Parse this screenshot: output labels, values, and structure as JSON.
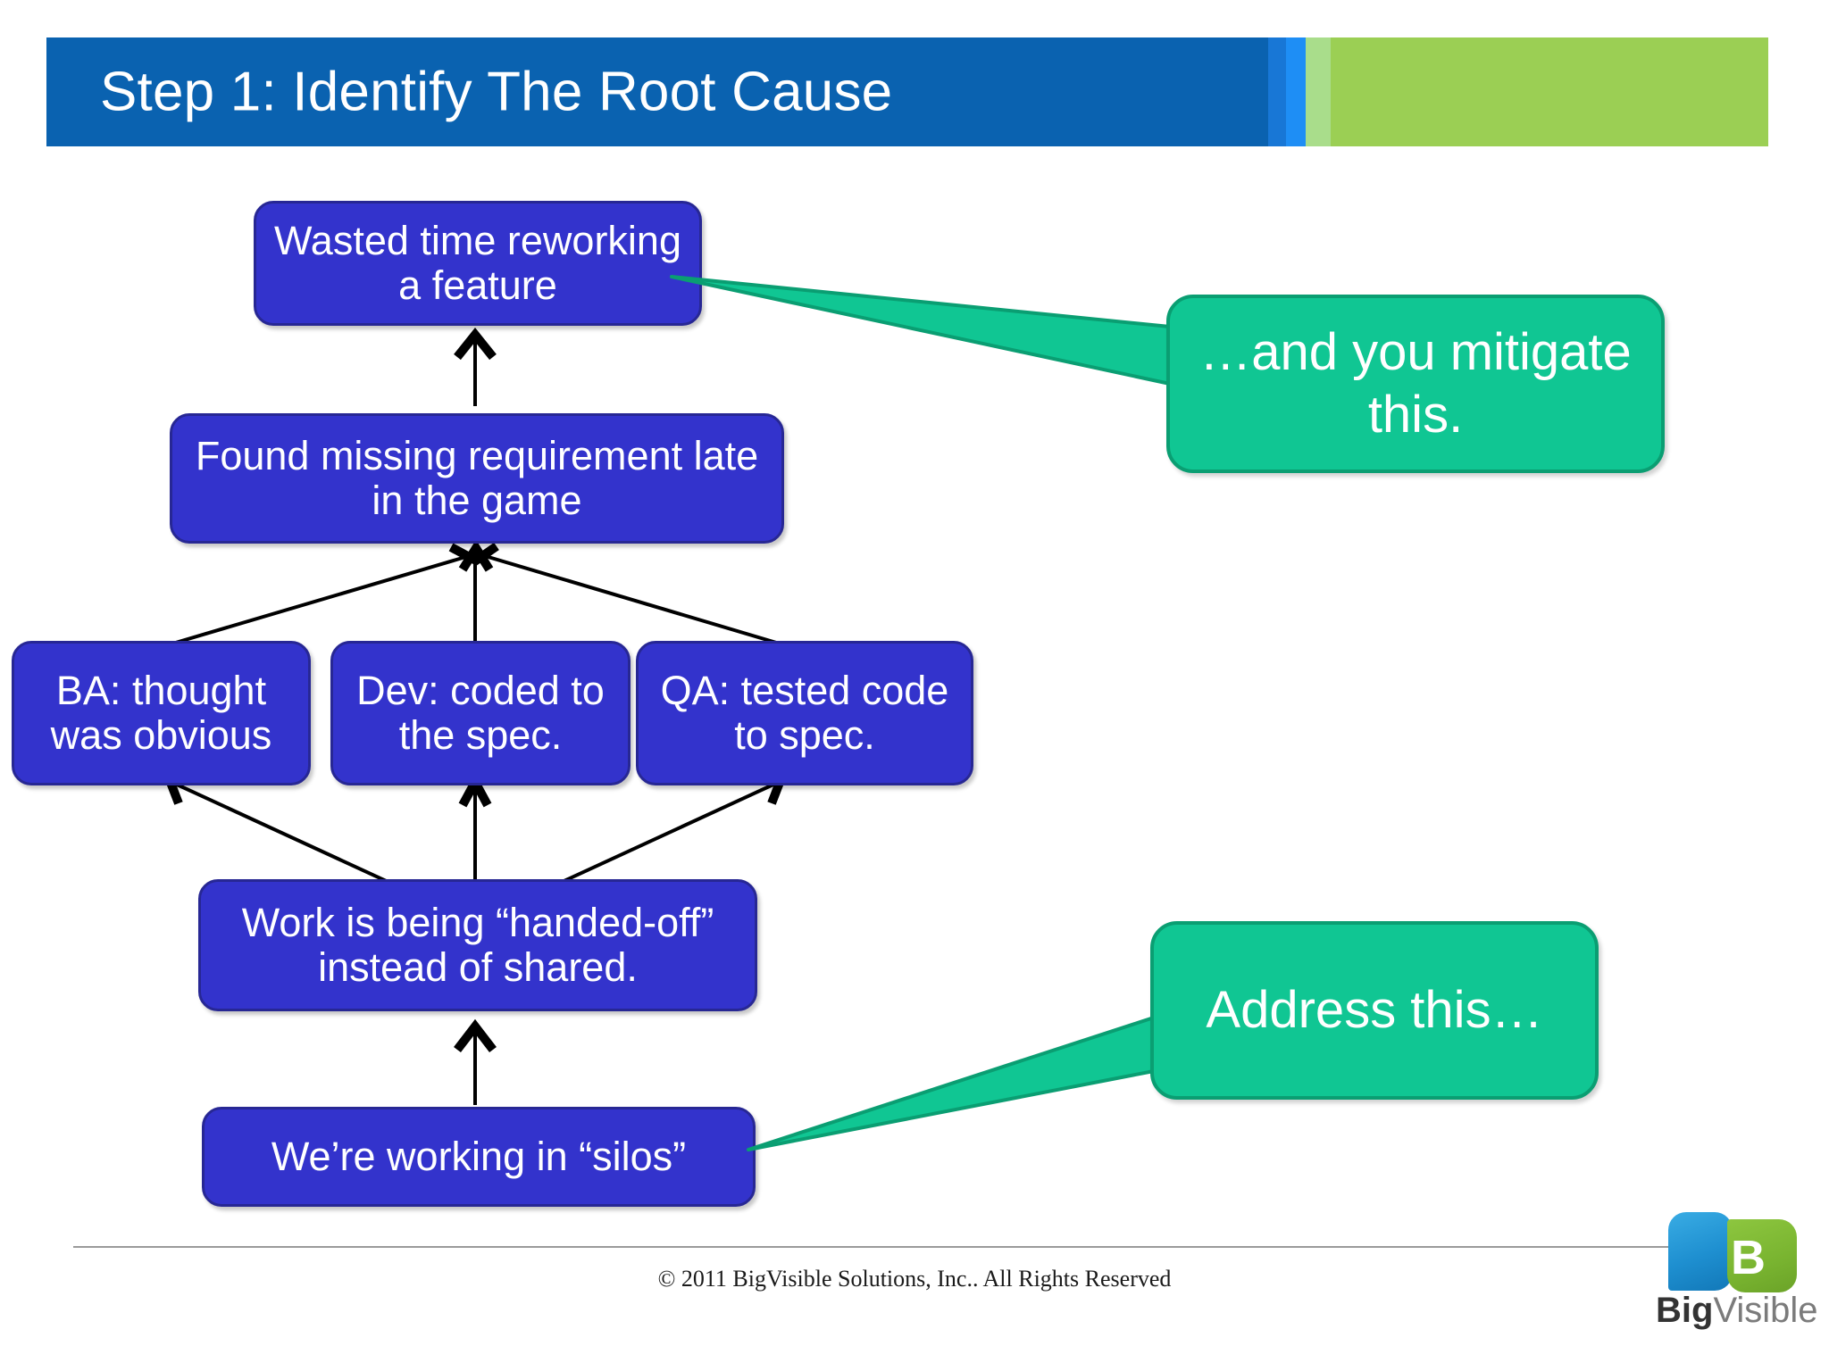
{
  "slide": {
    "header": {
      "title": "Step 1: Identify The Root Cause",
      "band_colors": {
        "dark_blue": "#0a62b0",
        "mid_blue": "#1877d6",
        "bright_blue": "#1e8ef5",
        "pale_green": "#a9dd8b",
        "green": "#9bcf54"
      }
    },
    "diagram": {
      "box_fill": "#3333cc",
      "box_border": "#272794",
      "boxes": [
        {
          "id": "wasted-time",
          "text": "Wasted time reworking a feature"
        },
        {
          "id": "found-missing-requirement",
          "text": "Found missing requirement late in the game"
        },
        {
          "id": "ba-thought",
          "text": "BA: thought was obvious"
        },
        {
          "id": "dev-coded",
          "text": "Dev: coded to the spec."
        },
        {
          "id": "qa-tested",
          "text": "QA: tested code to spec."
        },
        {
          "id": "work-handed-off",
          "text": "Work is being “handed-off” instead of shared."
        },
        {
          "id": "working-in-silos",
          "text": "We’re working in “silos”"
        }
      ]
    },
    "callouts": {
      "fill": "#10c693",
      "border": "#0a9e72",
      "items": [
        {
          "id": "mitigate",
          "text": "…and you mitigate this."
        },
        {
          "id": "address",
          "text": "Address this…"
        }
      ]
    },
    "footer": {
      "copyright": "© 2011 BigVisible Solutions, Inc.. All Rights Reserved"
    },
    "logo": {
      "word_bold": "Big",
      "word_light": "Visible",
      "mark_letter": "B",
      "blue": "#1e8fd0",
      "green": "#8dc63f"
    }
  }
}
